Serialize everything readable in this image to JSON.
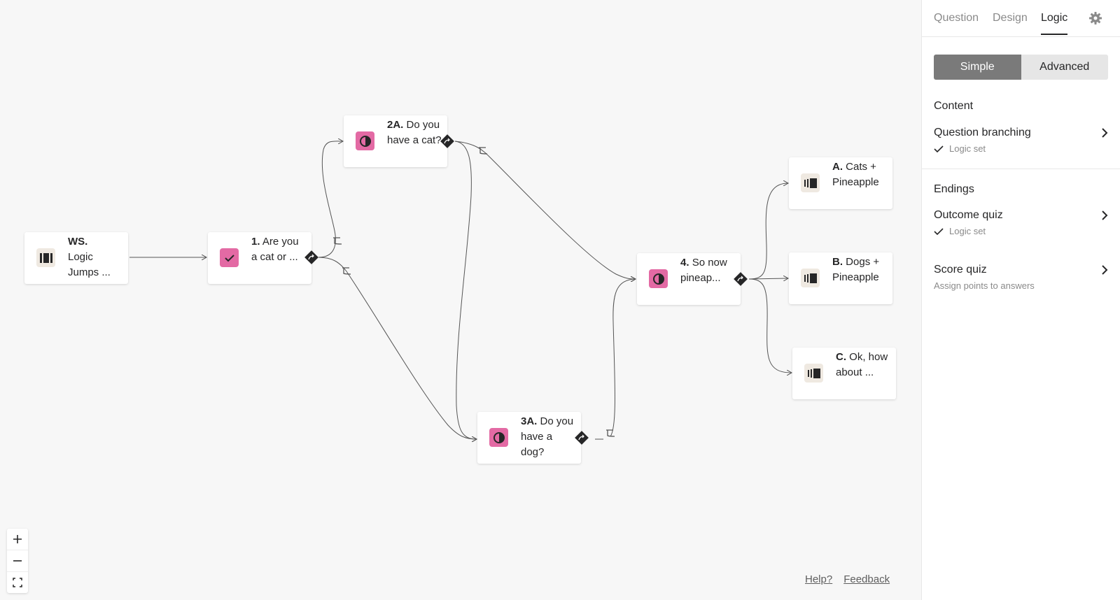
{
  "canvas": {
    "nodes": {
      "ws": {
        "prefix": "WS.",
        "text": "Logic Jumps ...",
        "icon": "statement-icon"
      },
      "q1": {
        "prefix": "1.",
        "text": "Are you a cat or ...",
        "icon": "checkbox-icon"
      },
      "q2a": {
        "prefix": "2A.",
        "text": "Do you have a cat?",
        "icon": "yes-no-icon"
      },
      "q3a": {
        "prefix": "3A.",
        "text": "Do you have a dog?",
        "icon": "yes-no-icon"
      },
      "q4": {
        "prefix": "4.",
        "text": "So now pineap...",
        "icon": "yes-no-icon"
      },
      "end_a": {
        "prefix": "A.",
        "text": "Cats + Pineapple",
        "icon": "ending-icon"
      },
      "end_b": {
        "prefix": "B.",
        "text": "Dogs + Pineapple",
        "icon": "ending-icon"
      },
      "end_c": {
        "prefix": "C.",
        "text": "Ok, how about ...",
        "icon": "ending-icon"
      }
    },
    "colors": {
      "question_icon": "#e36aa4",
      "ending_icon_bg": "#efe9e1",
      "edge": "#555555"
    }
  },
  "zoom_controls": {
    "zoom_in": "+",
    "zoom_out": "−",
    "fit": "fit-screen-icon"
  },
  "footer": {
    "help": "Help?",
    "feedback": "Feedback"
  },
  "panel": {
    "tabs": [
      "Question",
      "Design",
      "Logic"
    ],
    "active_tab": "Logic",
    "mode": {
      "simple": "Simple",
      "advanced": "Advanced",
      "selected": "Simple"
    },
    "content_title": "Content",
    "question_branching": {
      "label": "Question branching",
      "status": "Logic set"
    },
    "endings_title": "Endings",
    "outcome_quiz": {
      "label": "Outcome quiz",
      "status": "Logic set"
    },
    "score_quiz": {
      "label": "Score quiz",
      "status": "Assign points to answers"
    }
  }
}
